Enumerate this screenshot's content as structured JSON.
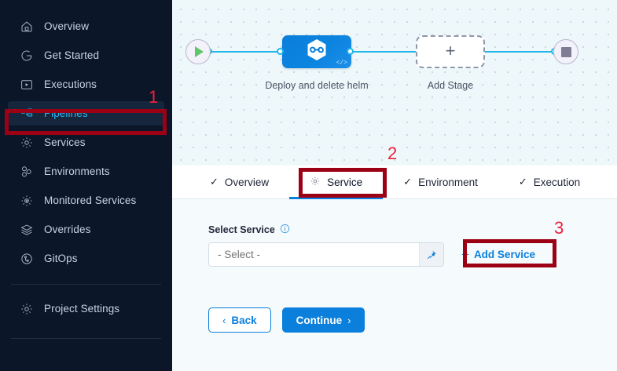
{
  "sidebar": {
    "items": [
      {
        "label": "Overview",
        "icon": "home-icon",
        "active": false
      },
      {
        "label": "Get Started",
        "icon": "get-started-icon",
        "active": false
      },
      {
        "label": "Executions",
        "icon": "executions-icon",
        "active": false
      },
      {
        "label": "Pipelines",
        "icon": "pipelines-icon",
        "active": true
      },
      {
        "label": "Services",
        "icon": "services-gear-icon",
        "active": false
      },
      {
        "label": "Environments",
        "icon": "environments-icon",
        "active": false
      },
      {
        "label": "Monitored Services",
        "icon": "monitored-services-icon",
        "active": false
      },
      {
        "label": "Overrides",
        "icon": "overrides-layers-icon",
        "active": false
      },
      {
        "label": "GitOps",
        "icon": "gitops-icon",
        "active": false
      }
    ],
    "footer": {
      "label": "Project Settings",
      "icon": "settings-gear-icon"
    }
  },
  "canvas": {
    "start_node": {
      "icon": "play-icon"
    },
    "stage_node": {
      "caption": "Deploy and delete helm",
      "icon": "chain-hexagon-icon",
      "code_glyph": "</>"
    },
    "add_stage": {
      "caption": "Add Stage",
      "icon": "plus-icon"
    },
    "end_node": {
      "icon": "stop-square-icon"
    }
  },
  "tabs": [
    {
      "label": "Overview",
      "icon": "check-icon",
      "active": false
    },
    {
      "label": "Service",
      "icon": "gear-icon",
      "active": true
    },
    {
      "label": "Environment",
      "icon": "check-icon",
      "active": false
    },
    {
      "label": "Execution",
      "icon": "check-icon",
      "active": false
    }
  ],
  "form": {
    "select_service_label": "Select Service",
    "info_icon": "info-icon",
    "select_placeholder": "- Select -",
    "select_value": "",
    "pin_icon": "pin-icon",
    "add_service_label": "Add Service",
    "add_service_plus": "+",
    "back_label": "Back",
    "back_chevron": "‹",
    "continue_label": "Continue",
    "continue_chevron": "›"
  },
  "annotations": [
    {
      "number": "1",
      "target": "sidebar-item-pipelines"
    },
    {
      "number": "2",
      "target": "tab-service"
    },
    {
      "number": "3",
      "target": "add-service-button"
    }
  ],
  "colors": {
    "sidebar_bg": "#0b1629",
    "sidebar_active_bg": "#16263d",
    "sidebar_active_text": "#29b6f6",
    "accent_blue": "#0a7fdb",
    "edge_blue": "#1fb6e8",
    "annotation_box": "#9b0014",
    "annotation_number": "#f2203e",
    "canvas_bg": "#eef8fb",
    "form_bg": "#f5fafd"
  }
}
